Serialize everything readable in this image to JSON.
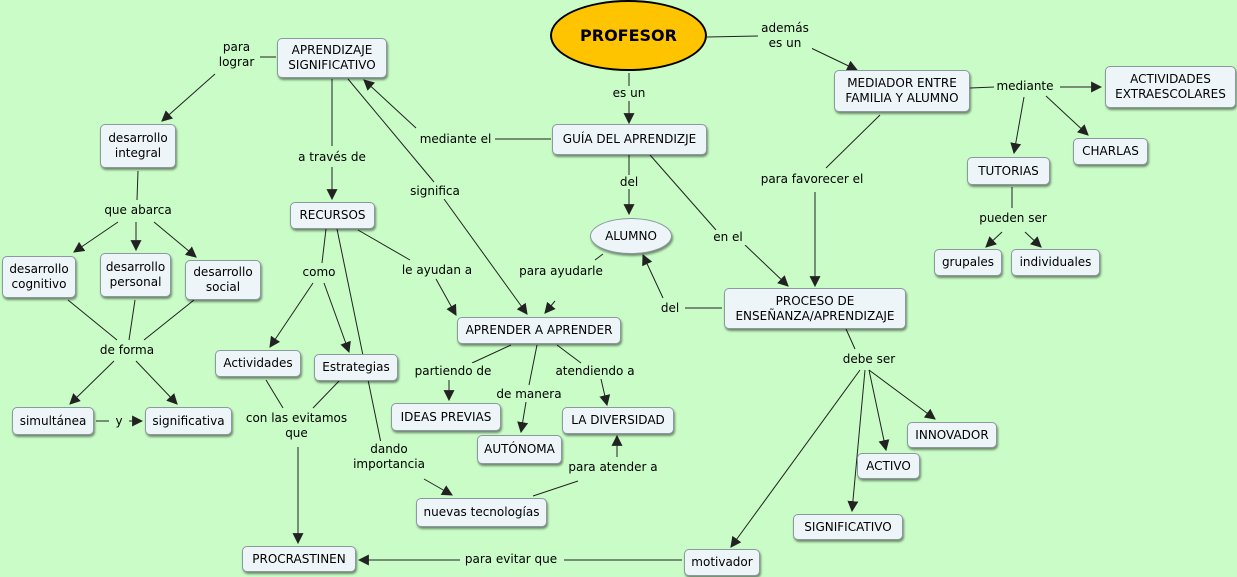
{
  "colors": {
    "background": "#c9fcc6",
    "main_node_fill": "#ffc400",
    "node_fill": "#eef5f8",
    "line": "#222222"
  },
  "nodes": {
    "profesor": "PROFESOR",
    "aprendizaje_significativo": "APRENDIZAJE\nSIGNIFICATIVO",
    "guia_del_aprendizaje": "GUÍA DEL APRENDIZJE",
    "mediador": "MEDIADOR ENTRE\nFAMILIA Y ALUMNO",
    "actividades_extraescolares": "ACTIVIDADES\nEXTRAESCOLARES",
    "charlas": "CHARLAS",
    "tutorias": "TUTORIAS",
    "grupales": "grupales",
    "individuales": "individuales",
    "desarrollo_integral": "desarrollo\nintegral",
    "desarrollo_cognitivo": "desarrollo\ncognitivo",
    "desarrollo_personal": "desarrollo\npersonal",
    "desarrollo_social": "desarrollo\nsocial",
    "simultanea": "simultánea",
    "significativa": "significativa",
    "recursos": "RECURSOS",
    "alumno": "ALUMNO",
    "aprender_a_aprender": "APRENDER A APRENDER",
    "proceso": "PROCESO DE\nENSEÑANZA/APRENDIZAJE",
    "actividades": "Actividades",
    "estrategias": "Estrategias",
    "ideas_previas": "IDEAS PREVIAS",
    "la_diversidad": "LA DIVERSIDAD",
    "autonoma": "AUTÓNOMA",
    "innovador": "INNOVADOR",
    "activo": "ACTIVO",
    "significativo": "SIGNIFICATIVO",
    "nuevas_tecnologias": "nuevas tecnologías",
    "procrastinen": "PROCRASTINEN",
    "motivador": "motivador"
  },
  "links": {
    "ademas_es_un": "además\nes un",
    "es_un": "es un",
    "mediante_el": "mediante el",
    "del_guia": "del",
    "en_el": "en el",
    "para_favorecer_el": "para favorecer el",
    "mediante_mediador": "mediante",
    "pueden_ser": "pueden ser",
    "para_lograr": "para\nlograr",
    "que_abarca": "que abarca",
    "de_forma": "de forma",
    "y": "y",
    "a_traves_de": "a través de",
    "significa": "significa",
    "como": "como",
    "le_ayudan_a": "le ayudan a",
    "para_ayudarle": "para ayudarle",
    "del_proceso": "del",
    "partiendo_de": "partiendo de",
    "de_manera": "de manera",
    "atendiendo_a": "atendiendo a",
    "con_las_evitamos_que": "con las evitamos\nque",
    "dando_importancia": "dando\nimportancia",
    "para_atender_a": "para atender a",
    "debe_ser": "debe ser",
    "para_evitar_que": "para evitar que"
  }
}
